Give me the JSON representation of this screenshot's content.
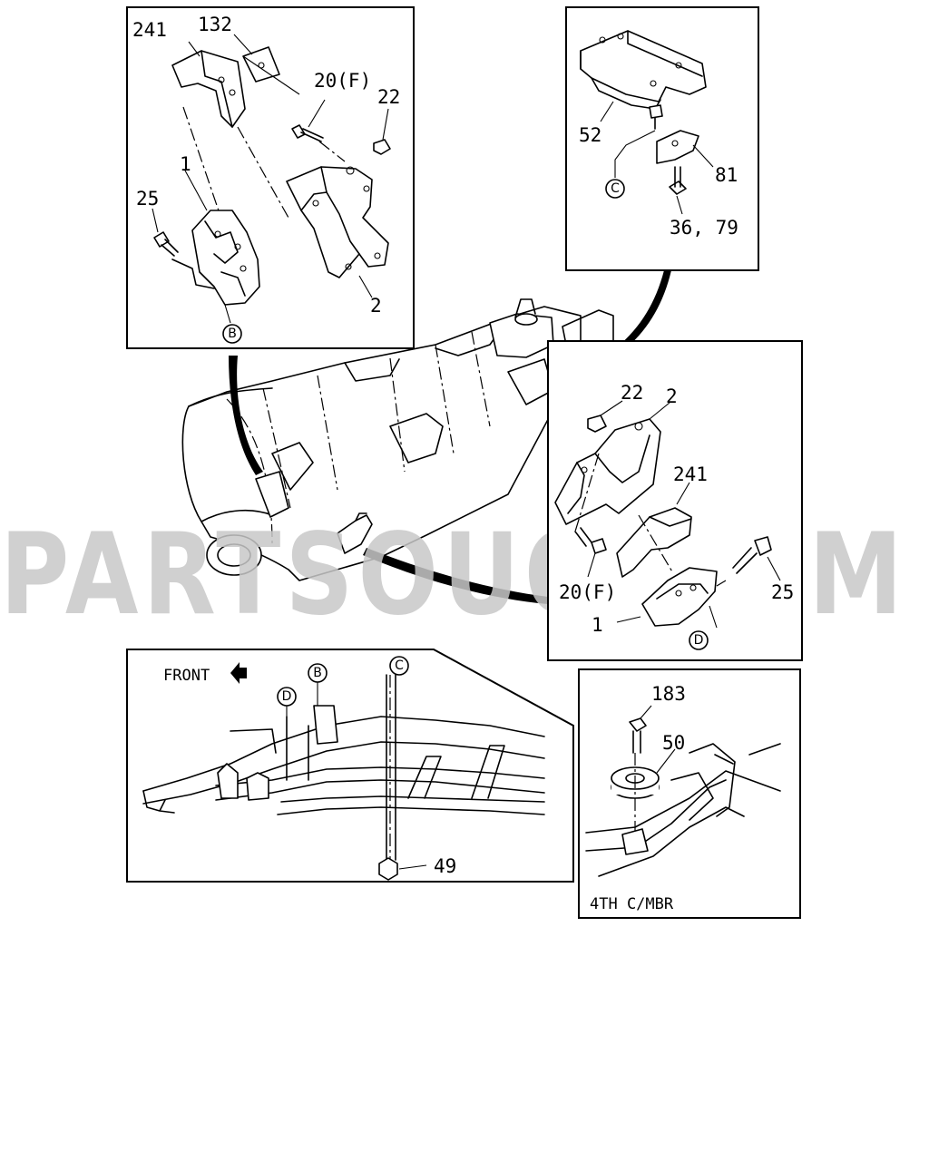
{
  "watermark": "PARTSOUQ.COM",
  "front_label": "FRONT",
  "panel_4th_label": "4TH C/MBR",
  "callouts": {
    "c241a": "241",
    "c132": "132",
    "c20fa": "20(F)",
    "c22a": "22",
    "c1a": "1",
    "c25a": "25",
    "c2a": "2",
    "c52": "52",
    "c81": "81",
    "c3679": "36, 79",
    "c22b": "22",
    "c2b": "2",
    "c241b": "241",
    "c20fb": "20(F)",
    "c25b": "25",
    "c1b": "1",
    "c49": "49",
    "c183": "183",
    "c50": "50"
  },
  "ref_circles": {
    "B": "B",
    "C": "C",
    "D": "D"
  }
}
